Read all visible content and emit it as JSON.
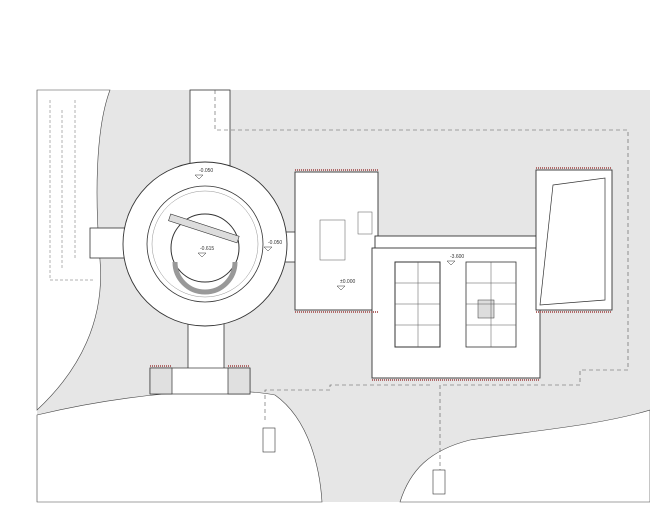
{
  "drawing": {
    "colors": {
      "ground": "#e6e6e6",
      "paved": "#ffffff",
      "line": "#333333",
      "dashed": "#555555"
    },
    "levels": [
      {
        "id": "plaza-north",
        "label": "-0.050"
      },
      {
        "id": "rotunda-core",
        "label": "-0.615"
      },
      {
        "id": "plaza-east",
        "label": "-0.050"
      },
      {
        "id": "pavilion-entry",
        "label": "±0.000"
      },
      {
        "id": "sunken-hall",
        "label": "-3.600"
      }
    ]
  }
}
